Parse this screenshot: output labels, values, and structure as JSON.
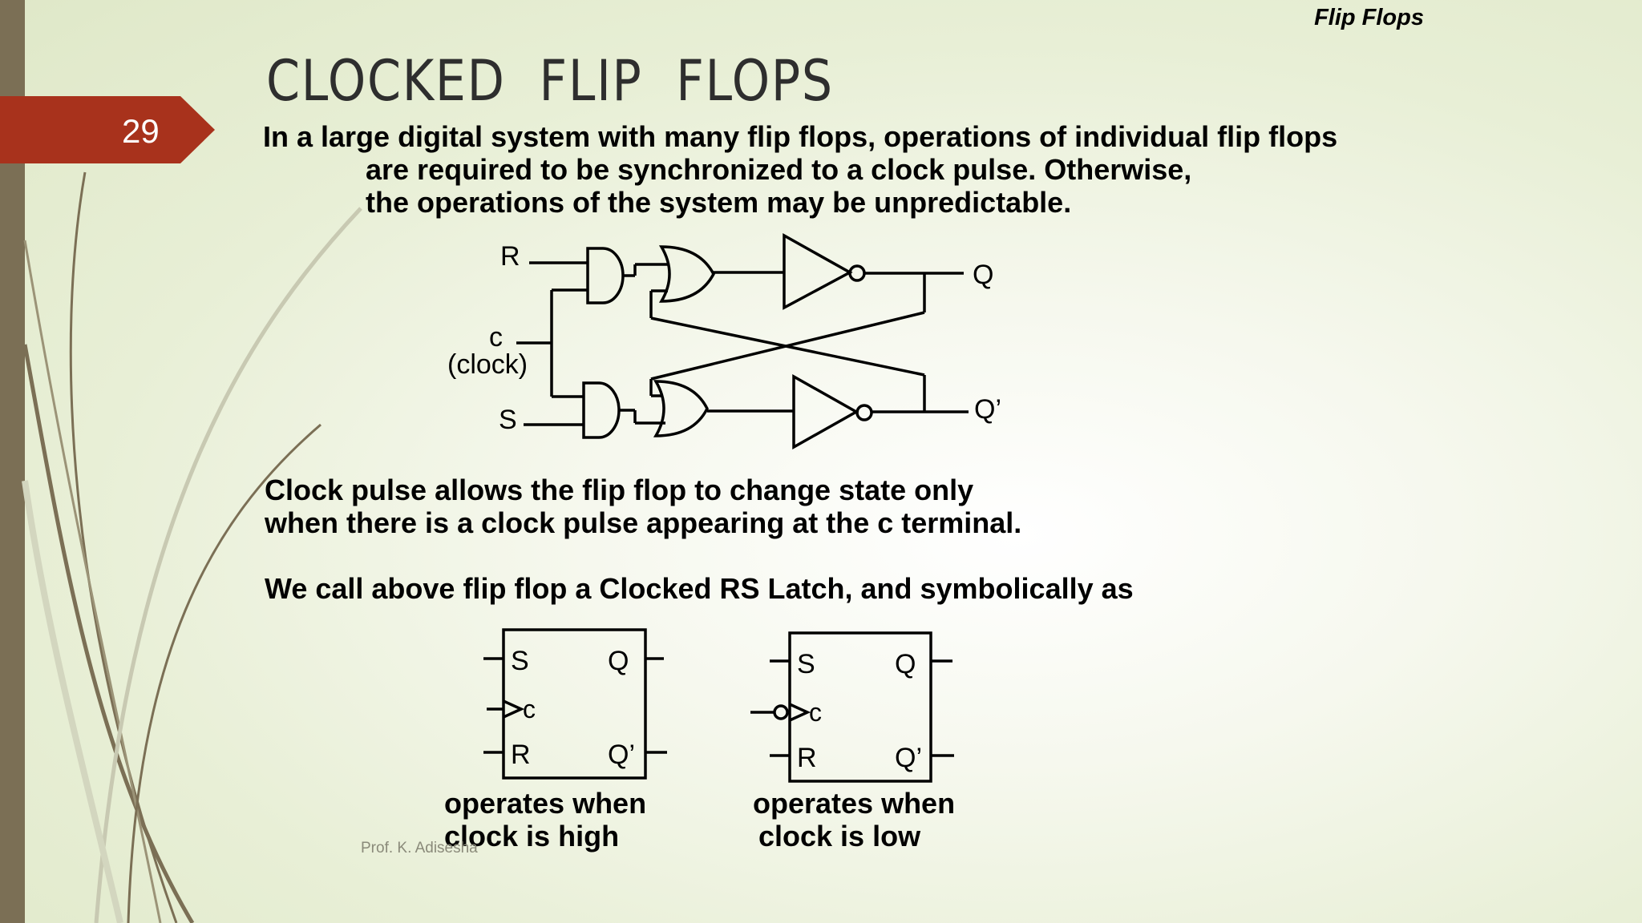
{
  "header": {
    "tag": "Flip Flops"
  },
  "slide": {
    "number": "29",
    "title": "CLOCKED  FLIP  FLOPS"
  },
  "intro": {
    "line1": "In a large digital system with many flip flops, operations of individual flip flops",
    "line2": "are required to be synchronized to a clock pulse. Otherwise,",
    "line3": "the operations of the system may be unpredictable."
  },
  "circuit": {
    "label_r": "R",
    "label_c": "c",
    "label_clock": "(clock)",
    "label_s": "S",
    "label_q": "Q",
    "label_qbar": "Q’"
  },
  "clock_note": {
    "line1": "Clock pulse allows the flip flop to change state only",
    "line2": "when there is a clock pulse appearing at the c terminal."
  },
  "symbol_intro": "We call above flip flop  a Clocked RS Latch, and symbolically as",
  "symbol_high": {
    "s": "S",
    "q": "Q",
    "c": "c",
    "r": "R",
    "qbar": "Q’",
    "caption1": "operates when",
    "caption2": "clock is high"
  },
  "symbol_low": {
    "s": "S",
    "q": "Q",
    "c": "c",
    "r": "R",
    "qbar": "Q’",
    "caption1": "operates when",
    "caption2": "clock is low"
  },
  "footer": {
    "author": "Prof. K. Adisesha"
  },
  "colors": {
    "accent": "#a8321c",
    "bar": "#7b6f55",
    "title": "#2e2e2e"
  }
}
